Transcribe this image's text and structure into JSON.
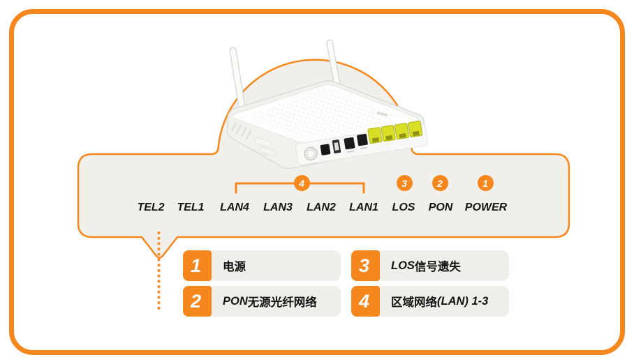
{
  "colors": {
    "accent_orange": "#F6871D",
    "panel_fill": "#F0EFEA",
    "legend_bar_fill": "#EFEEE9",
    "lan_port_yellow": "#D9DF25",
    "device_body": "#FFFFFF"
  },
  "figure": {
    "router_illustration": "white-wireless-ont-router-two-antennas-rear-ports"
  },
  "ports": {
    "labels": [
      "TEL2",
      "TEL1",
      "LAN4",
      "LAN3",
      "LAN2",
      "LAN1",
      "LOS",
      "PON",
      "POWER"
    ]
  },
  "callouts": {
    "bracket_number": "4",
    "circle_numbers": [
      "3",
      "2",
      "1"
    ]
  },
  "legend": {
    "items": [
      {
        "num": "1",
        "latin_before": "",
        "chinese": "电源",
        "latin_after": ""
      },
      {
        "num": "2",
        "latin_before": "PON ",
        "chinese": "无源光纤网络",
        "latin_after": ""
      },
      {
        "num": "3",
        "latin_before": "LOS ",
        "chinese": "信号遗失",
        "latin_after": ""
      },
      {
        "num": "4",
        "latin_before": "",
        "chinese": "区域网络",
        "latin_after": " (LAN) 1-3"
      }
    ]
  }
}
